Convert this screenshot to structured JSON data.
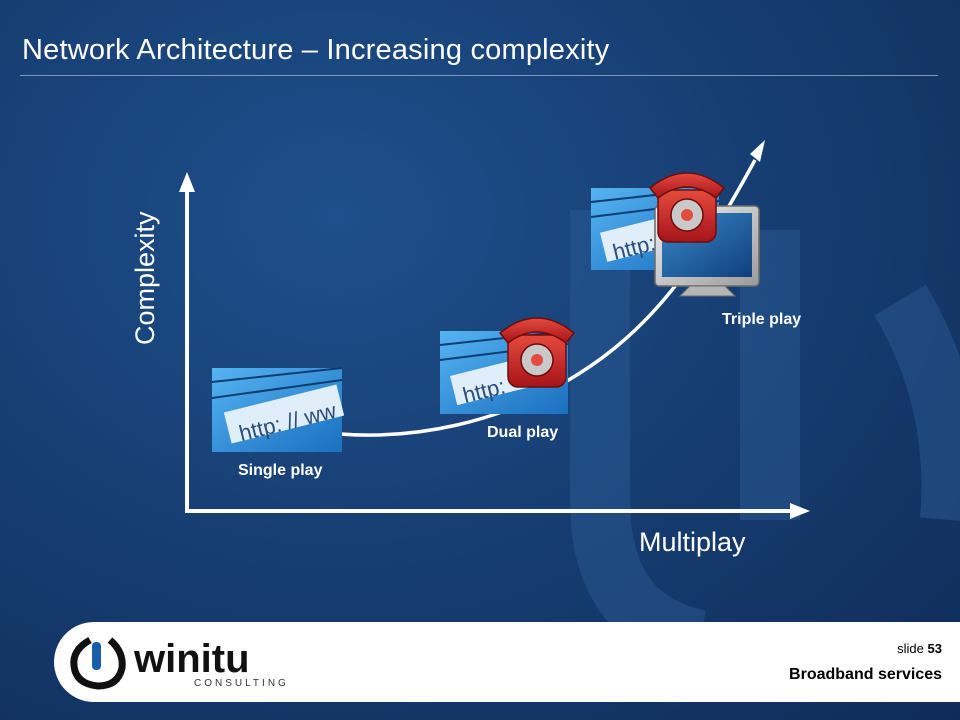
{
  "slide": {
    "title": "Network Architecture – Increasing complexity",
    "slide_label": "slide",
    "slide_number": "53",
    "footer_subtitle": "Broadband services"
  },
  "logo": {
    "name": "winitu",
    "sub": "CONSULTING"
  },
  "diagram": {
    "y_axis_label": "Complexity",
    "x_axis_label": "Multiplay",
    "stages": [
      {
        "label": "Single play",
        "icons": [
          "http-browser-image"
        ]
      },
      {
        "label": "Dual play",
        "icons": [
          "http-browser-image",
          "telephone-icon"
        ]
      },
      {
        "label": "Triple play",
        "icons": [
          "http-browser-image",
          "telephone-icon",
          "tv-monitor-icon"
        ]
      }
    ]
  },
  "colors": {
    "background": "#173f74",
    "phone_red": "#c8201e",
    "http_blue": "#1e7fd0",
    "text": "#ffffff"
  }
}
